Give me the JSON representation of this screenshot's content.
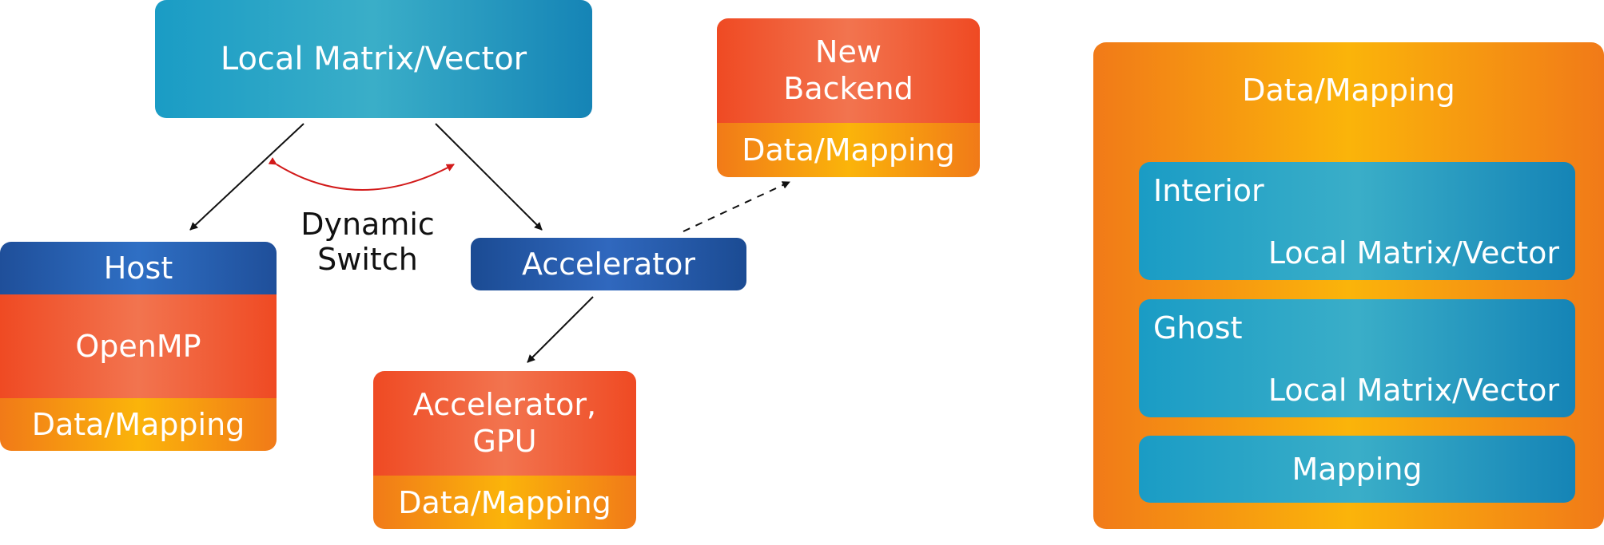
{
  "local_matrix": {
    "label": "Local Matrix/Vector"
  },
  "new_backend": {
    "title": "New Backend",
    "data_label": "Data/Mapping"
  },
  "host": {
    "header": "Host",
    "body": "OpenMP",
    "data_label": "Data/Mapping"
  },
  "dynamic_switch": {
    "line1": "Dynamic",
    "line2": "Switch"
  },
  "accelerator": {
    "label": "Accelerator"
  },
  "gpu": {
    "title_line1": "Accelerator,",
    "title_line2": "GPU",
    "data_label": "Data/Mapping"
  },
  "data_mapping_panel": {
    "title": "Data/Mapping",
    "interior": {
      "label": "Interior",
      "sub": "Local Matrix/Vector"
    },
    "ghost": {
      "label": "Ghost",
      "sub": "Local Matrix/Vector"
    },
    "mapping": {
      "label": "Mapping"
    }
  },
  "colors": {
    "teal": "#1a9cc5",
    "red_orange": "#ef4a23",
    "orange": "#f17a18",
    "blue": "#1f4f9a",
    "arrow_dark": "#111111",
    "arrow_red": "#d21a1a"
  }
}
